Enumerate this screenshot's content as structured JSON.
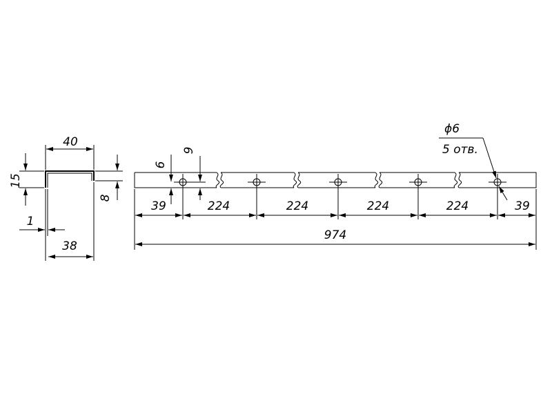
{
  "profile": {
    "top_width": "40",
    "inner_width": "38",
    "height": "15",
    "lip": "8",
    "thickness": "1"
  },
  "strip": {
    "hole_height": "6",
    "edge_height": "9",
    "edge_left": "39",
    "spacing": [
      "224",
      "224",
      "224",
      "224"
    ],
    "edge_right": "39",
    "total_length": "974",
    "hole_diameter": "ϕ6",
    "hole_count": "5 отв."
  }
}
